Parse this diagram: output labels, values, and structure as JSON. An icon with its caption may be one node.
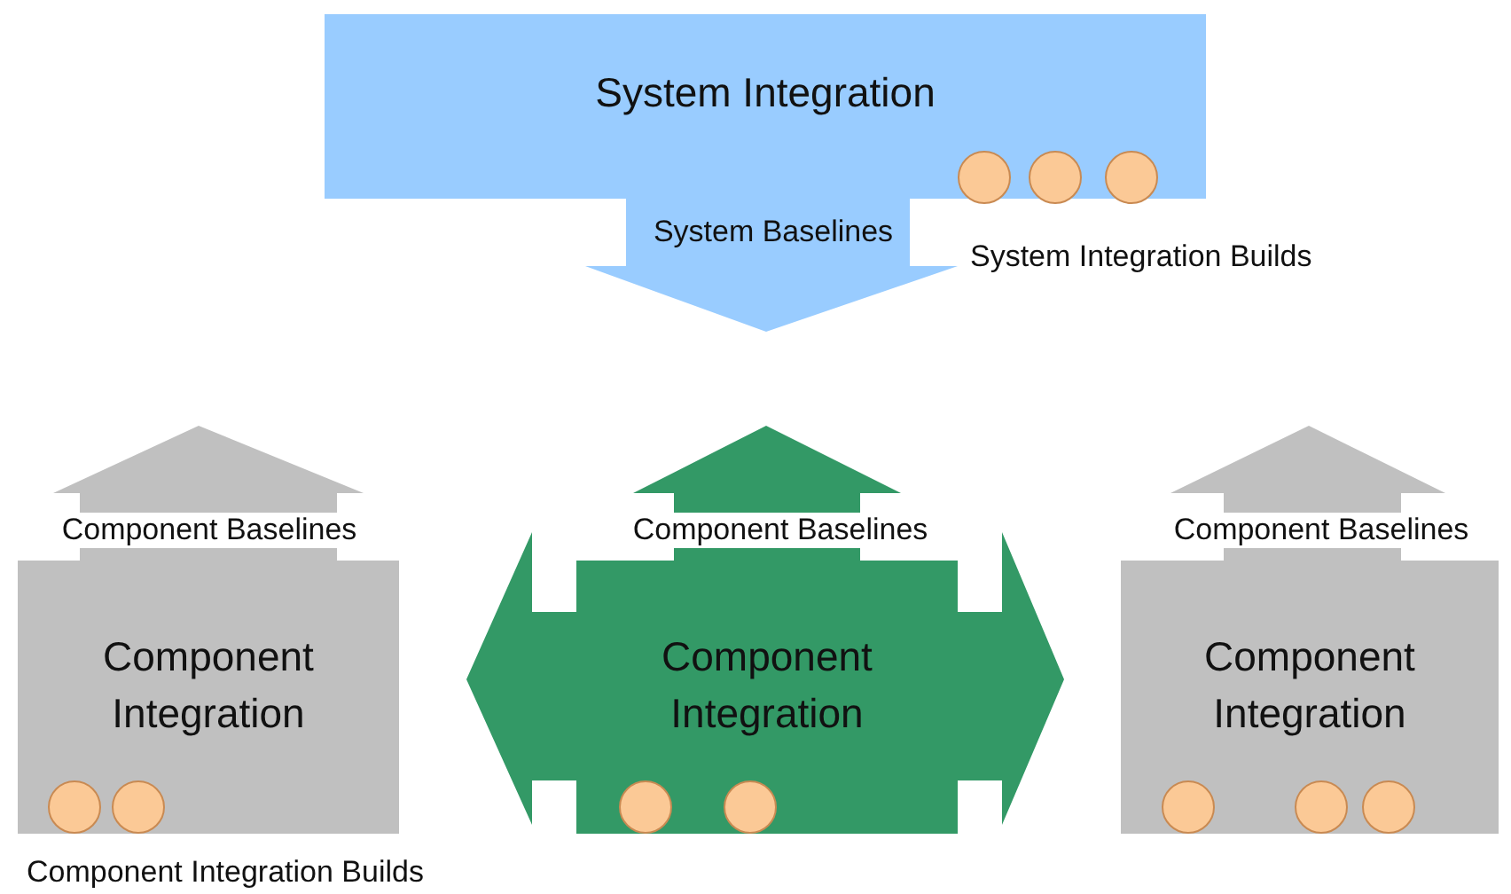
{
  "diagram": {
    "nodes": [
      {
        "text": [
          "System Integration"
        ],
        "beside": [
          "System Integration Builds"
        ]
      },
      {
        "text": [],
        "shape": "circle",
        "in": 0
      },
      {
        "text": [],
        "shape": "circle",
        "in": 0
      },
      {
        "text": [],
        "shape": "circle",
        "in": 0
      },
      {
        "text": [
          "Component Integration"
        ],
        "beside": [
          "Component Integration Builds"
        ]
      },
      {
        "text": [],
        "shape": "circle",
        "in": 4
      },
      {
        "text": [],
        "shape": "circle",
        "in": 4
      },
      {
        "text": [
          "Component Integration"
        ]
      },
      {
        "text": [],
        "shape": "circle",
        "in": 7
      },
      {
        "text": [],
        "shape": "circle",
        "in": 7
      },
      {
        "text": [
          "Component Integration"
        ]
      },
      {
        "text": [],
        "shape": "circle",
        "in": 10
      },
      {
        "text": [],
        "shape": "circle",
        "in": 10
      },
      {
        "text": [],
        "shape": "circle",
        "in": 10
      }
    ],
    "labels": [
      "System Baselines",
      "Component Baselines",
      "Component Baselines",
      "Component Baselines"
    ]
  }
}
